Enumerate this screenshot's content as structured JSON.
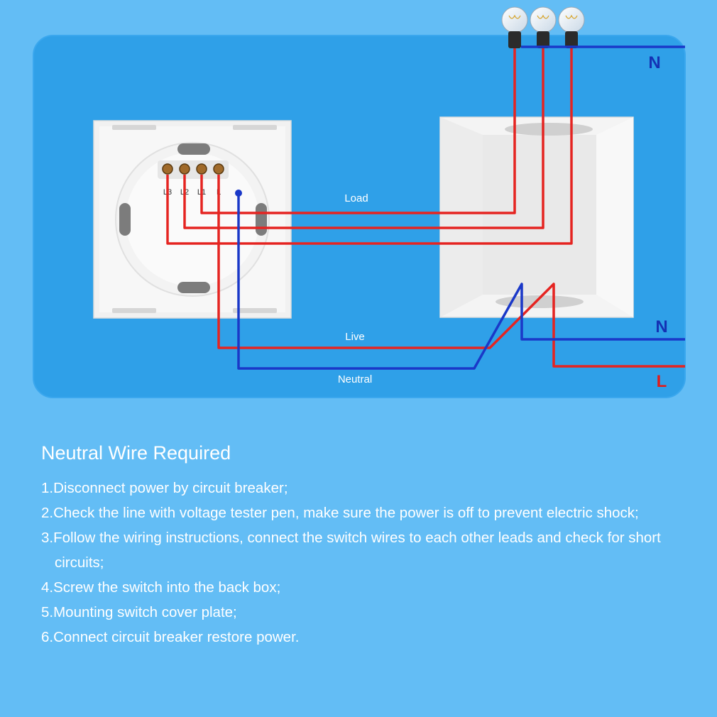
{
  "diagram": {
    "labels": {
      "load": "Load",
      "live": "Live",
      "neutral": "Neutral",
      "n_top": "N",
      "n_right": "N",
      "l_right": "L"
    },
    "terminals": [
      "L3",
      "L2",
      "L1",
      "L"
    ],
    "colors": {
      "live_wire": "#e52421",
      "neutral_wire": "#1a38c8",
      "label_blue": "#1432b4",
      "label_red": "#e01c1c",
      "panel": "#2fa0e8"
    }
  },
  "instructions": {
    "title": "Neutral Wire Required",
    "steps": [
      "1.Disconnect power by circuit breaker;",
      "2.Check the line with voltage tester pen, make sure the power is off to prevent electric shock;",
      "3.Follow the wiring instructions, connect the switch wires to each other leads and check for short circuits;",
      "4.Screw the switch into the back box;",
      "5.Mounting switch cover plate;",
      "6.Connect circuit breaker restore power."
    ]
  }
}
